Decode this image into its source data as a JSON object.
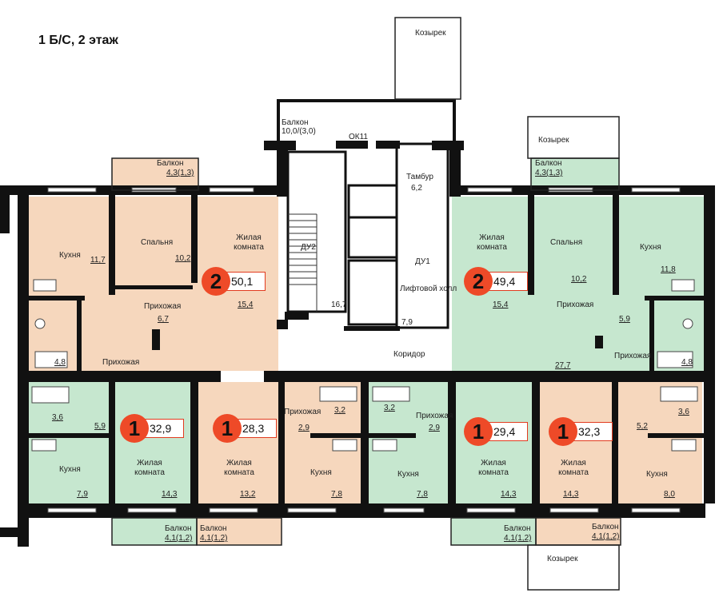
{
  "floor_title": "1 Б/С, 2 этаж",
  "colors": {
    "wall": "#111111",
    "peach": "#f6d7bd",
    "green": "#c6e7cf",
    "marker": "#ee4a28",
    "marker_border": "#e23b1f"
  },
  "labels": {
    "kozyrek": "Козырек",
    "balkon": "Балкон",
    "kukhnya": "Кухня",
    "spalnya": "Спальня",
    "zhilaya": "Жилая",
    "komnata": "комната",
    "prikhozhaya": "Прихожая",
    "koridor": "Коридор",
    "tambur": "Тамбур",
    "lift_hall": "Лифтовой холл",
    "du1": "ДУ1",
    "du2": "ДУ2",
    "ok11": "ОК11"
  },
  "values": {
    "balcony_top": "10,0/(3,0)",
    "balcony_left": "4,3(1,3)",
    "balcony_right": "4,3(1,3)",
    "b41": "4,1(1,2)",
    "tambur": "6,2",
    "stair": "16,7",
    "lift": "7,9",
    "corridor": "27,7",
    "L_kitchen": "11,7",
    "L_bedroom": "10,2",
    "L_living": "15,4",
    "L_hall": "6,7",
    "L_bath": "4,8",
    "R_living": "15,4",
    "R_bedroom": "10,2",
    "R_kitchen": "11,8",
    "R_hall": "5,9",
    "R_bath": "4,8",
    "A1_bath": "3,6",
    "A1_hall": "5,9",
    "A1_kitchen": "7,9",
    "A1_living": "14,3",
    "A2_living": "13,2",
    "A2_bath": "3,2",
    "A2_hall": "2,9",
    "A2_kitchen": "7,8",
    "A3_bath": "3,2",
    "A3_hall": "2,9",
    "A3_kitchen": "7,8",
    "A4_living": "14,3",
    "A5_living": "14,3",
    "A5_hall": "5,2",
    "A5_bath": "3,6",
    "A5_kitchen": "8,0"
  },
  "apartments": [
    {
      "rooms": "2",
      "area": "50,1"
    },
    {
      "rooms": "2",
      "area": "49,4"
    },
    {
      "rooms": "1",
      "area": "32,9"
    },
    {
      "rooms": "1",
      "area": "28,3"
    },
    {
      "rooms": "1",
      "area": "29,4"
    },
    {
      "rooms": "1",
      "area": "32,3"
    }
  ]
}
